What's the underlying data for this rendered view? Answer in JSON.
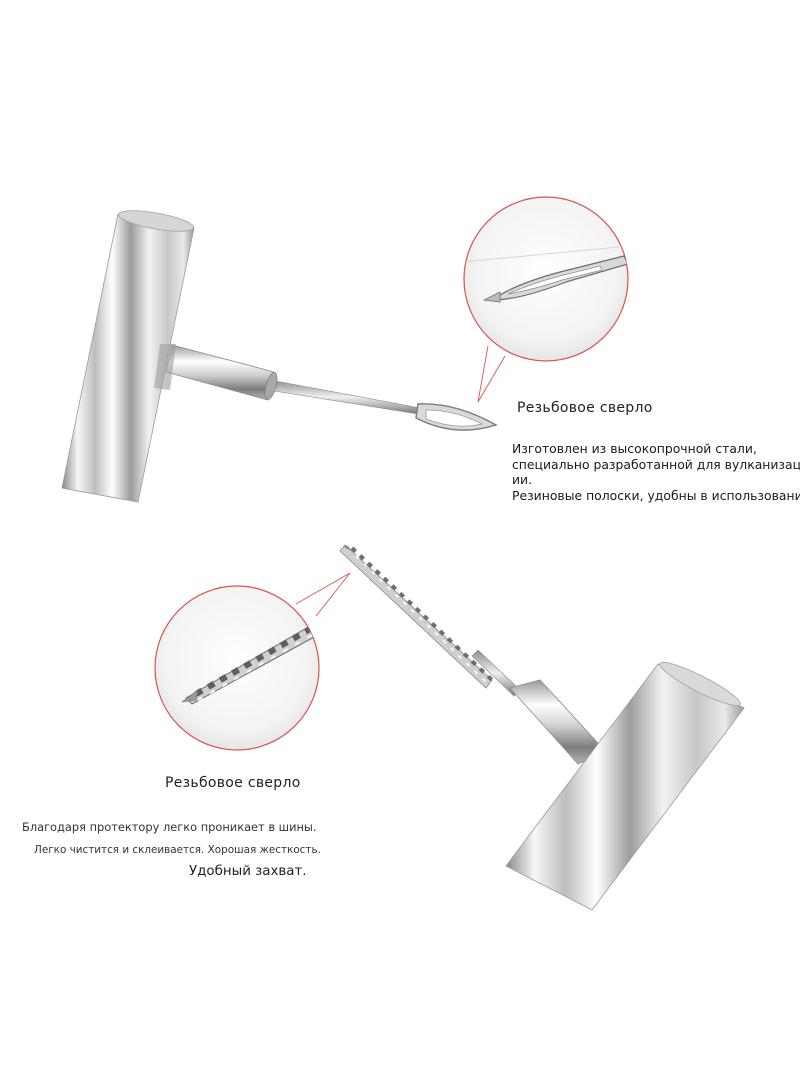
{
  "block_top": {
    "title": "Резьбовое сверло",
    "lines": [
      "Изготовлен из высокопрочной стали,",
      "специально разработанной для вулканизац-",
      "ии.",
      "Резиновые полоски, удобны в использовании!"
    ]
  },
  "block_bottom": {
    "title": "Резьбовое сверло",
    "line1": "Благодаря протектору легко проникает в шины.",
    "line2": "Легко чистится и склеивается. Хорошая жесткость.",
    "line3": "Удобный захват."
  },
  "colors": {
    "callout_ring": "#d9534f",
    "steel_light": "#f4f4f4",
    "steel_mid": "#b8b8b8",
    "steel_dark": "#6f6f6f",
    "text": "#1a1a1a"
  }
}
